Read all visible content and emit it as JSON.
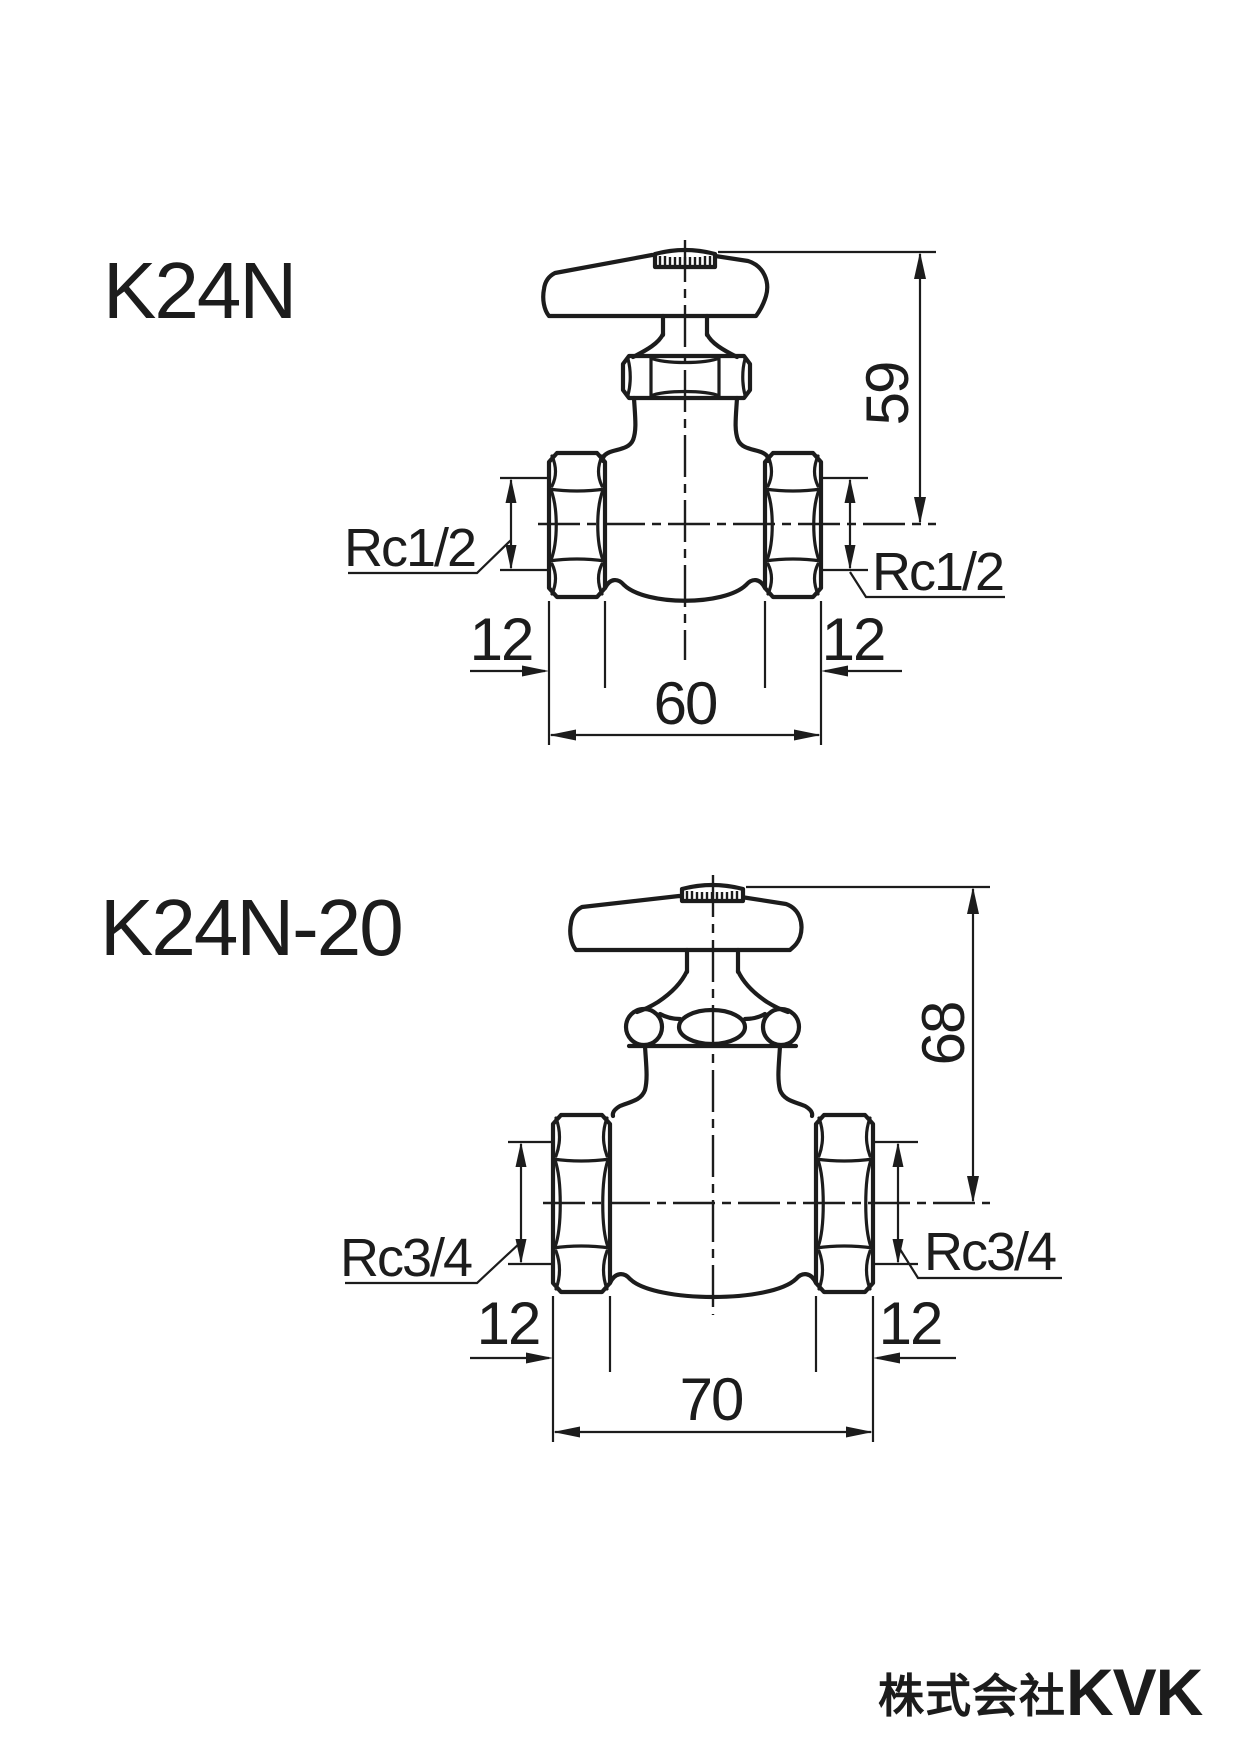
{
  "colors": {
    "ink": "#1c1c1c",
    "bg": "#ffffff"
  },
  "drawings": [
    {
      "model": "K24N",
      "dims": {
        "height": "59",
        "left_thread": "Rc1/2",
        "right_thread": "Rc1/2",
        "left_hex": "12",
        "right_hex": "12",
        "width": "60"
      }
    },
    {
      "model": "K24N-20",
      "dims": {
        "height": "68",
        "left_thread": "Rc3/4",
        "right_thread": "Rc3/4",
        "left_hex": "12",
        "right_hex": "12",
        "width": "70"
      }
    }
  ],
  "footer": {
    "company_prefix": "株式会社",
    "company_brand": "KVK"
  }
}
